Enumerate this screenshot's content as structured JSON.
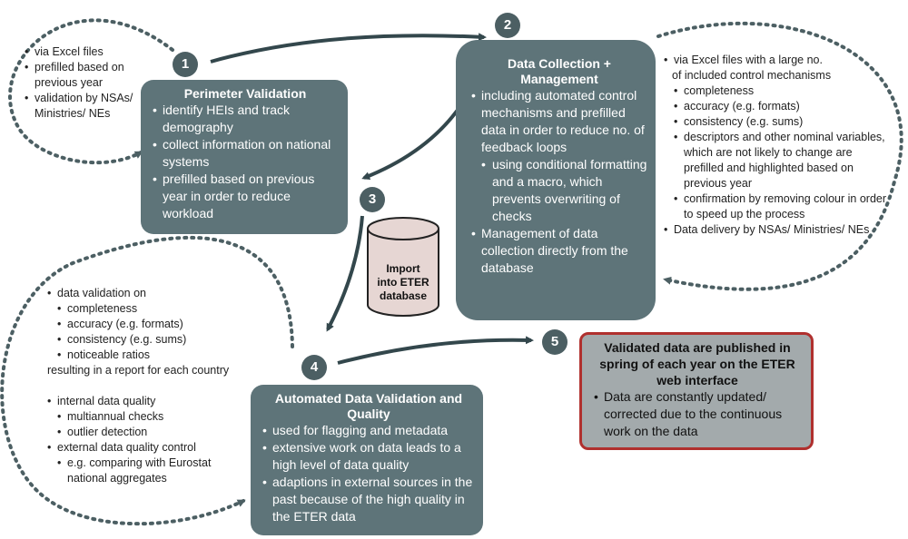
{
  "steps": [
    "1",
    "2",
    "3",
    "4",
    "5"
  ],
  "perimeter": {
    "title": "Perimeter Validation",
    "items": [
      "identify HEIs and track demography",
      "collect information on national systems",
      "prefilled based on previous year in order to reduce workload"
    ]
  },
  "collection": {
    "title_line1": "Data Collection +",
    "title_line2": "Management",
    "items": [
      "including automated control mechanisms and prefilled data in order to reduce no. of feedback loops",
      "using conditional formatting and a macro, which prevents overwriting of checks",
      "Management of data collection directly from the database"
    ]
  },
  "database": {
    "line1": "Import",
    "line2": "into ETER",
    "line3": "database"
  },
  "automated": {
    "title_line1": "Automated Data Validation and",
    "title_line2": "Quality",
    "items": [
      "used for flagging and metadata",
      "extensive work on data leads to a high level of data quality",
      "adaptions in external sources in the past because of the high quality in the ETER data"
    ]
  },
  "published": {
    "title": "Validated data are published in spring of each year on the ETER web interface",
    "items": [
      "Data are constantly updated/ corrected due to the continuous work on the data"
    ]
  },
  "ann_left_top": [
    "via Excel files",
    "prefilled based on previous year",
    "validation by NSAs/ Ministries/ NEs"
  ],
  "ann_right": {
    "line1": "via Excel files with a large no.",
    "line2": "of included control mechanisms",
    "sub": [
      "completeness",
      "accuracy (e.g. formats)",
      "consistency (e.g. sums)",
      "descriptors and other nominal variables, which are not likely to change are prefilled and highlighted based on previous year",
      "confirmation by removing colour in order to speed up the process"
    ],
    "last": "Data delivery by NSAs/ Ministries/ NEs"
  },
  "ann_left_bottom": {
    "validation": "data validation on",
    "validation_sub": [
      "completeness",
      "accuracy (e.g. formats)",
      "consistency (e.g. sums)",
      "noticeable ratios"
    ],
    "result": "resulting in a report for each country",
    "internal": "internal data quality",
    "internal_sub": [
      "multiannual checks",
      "outlier detection"
    ],
    "external": "external data quality control",
    "external_sub": "e.g. comparing with  Eurostat national aggregates"
  },
  "colors": {
    "box": "#5e7479",
    "number": "#4c5f63",
    "arrow": "#33474c",
    "published_border": "#b0302e",
    "published_fill": "#a3aaac",
    "cylinder": "#e6d6d3"
  }
}
